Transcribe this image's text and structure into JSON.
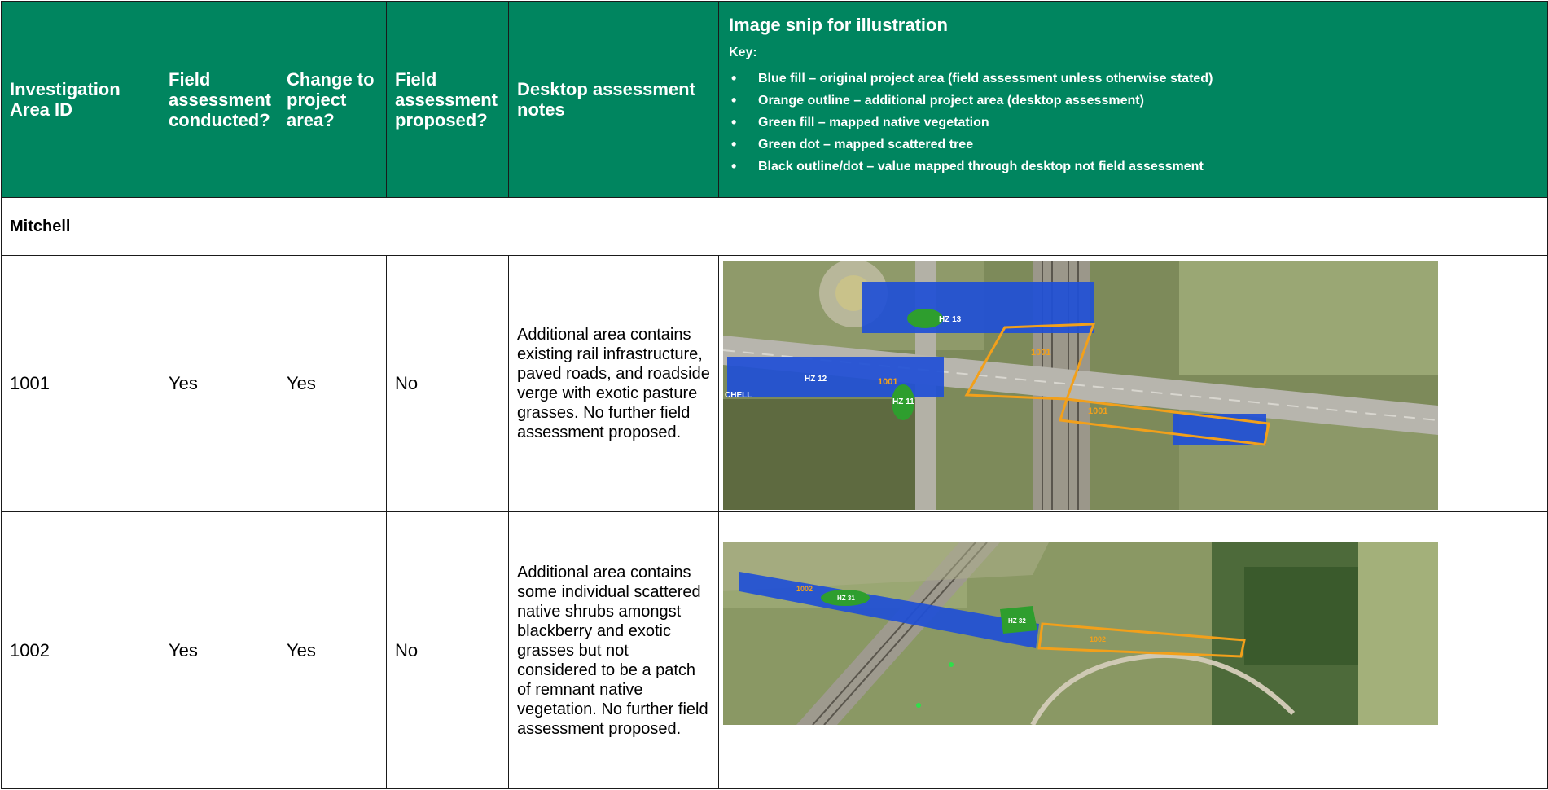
{
  "header": {
    "col1": "Investigation Area ID",
    "col2": "Field assessment conducted?",
    "col3": "Change to project area?",
    "col4": "Field assessment proposed?",
    "col5": "Desktop assessment notes",
    "col6_title": "Image snip for illustration",
    "key_label": "Key:",
    "key_items": [
      "Blue fill – original project area (field assessment unless otherwise stated)",
      "Orange outline – additional project area (desktop assessment)",
      "Green fill – mapped native vegetation",
      "Green dot – mapped scattered tree",
      "Black outline/dot – value mapped through desktop not field assessment"
    ]
  },
  "section": "Mitchell",
  "rows": [
    {
      "id": "1001",
      "field_conducted": "Yes",
      "change": "Yes",
      "field_proposed": "No",
      "notes": "Additional area contains existing rail infrastructure, paved roads, and roadside verge with exotic pasture grasses. No further field assessment proposed.",
      "map_labels": [
        "HZ 13",
        "1001",
        "HZ 12",
        "1001",
        "HZ 11",
        "1001",
        "CHELL"
      ]
    },
    {
      "id": "1002",
      "field_conducted": "Yes",
      "change": "Yes",
      "field_proposed": "No",
      "notes": "Additional area contains some individual scattered native shrubs amongst blackberry and exotic grasses but not considered to be a patch of remnant native vegetation. No further field assessment proposed.",
      "map_labels": [
        "1002",
        "HZ 31",
        "HZ 32",
        "1002"
      ]
    }
  ],
  "colors": {
    "header_green": "#00855f",
    "blue_fill": "#1f4fd6",
    "orange_outline": "#f2a01b",
    "green_fill": "#2e9e2e"
  }
}
